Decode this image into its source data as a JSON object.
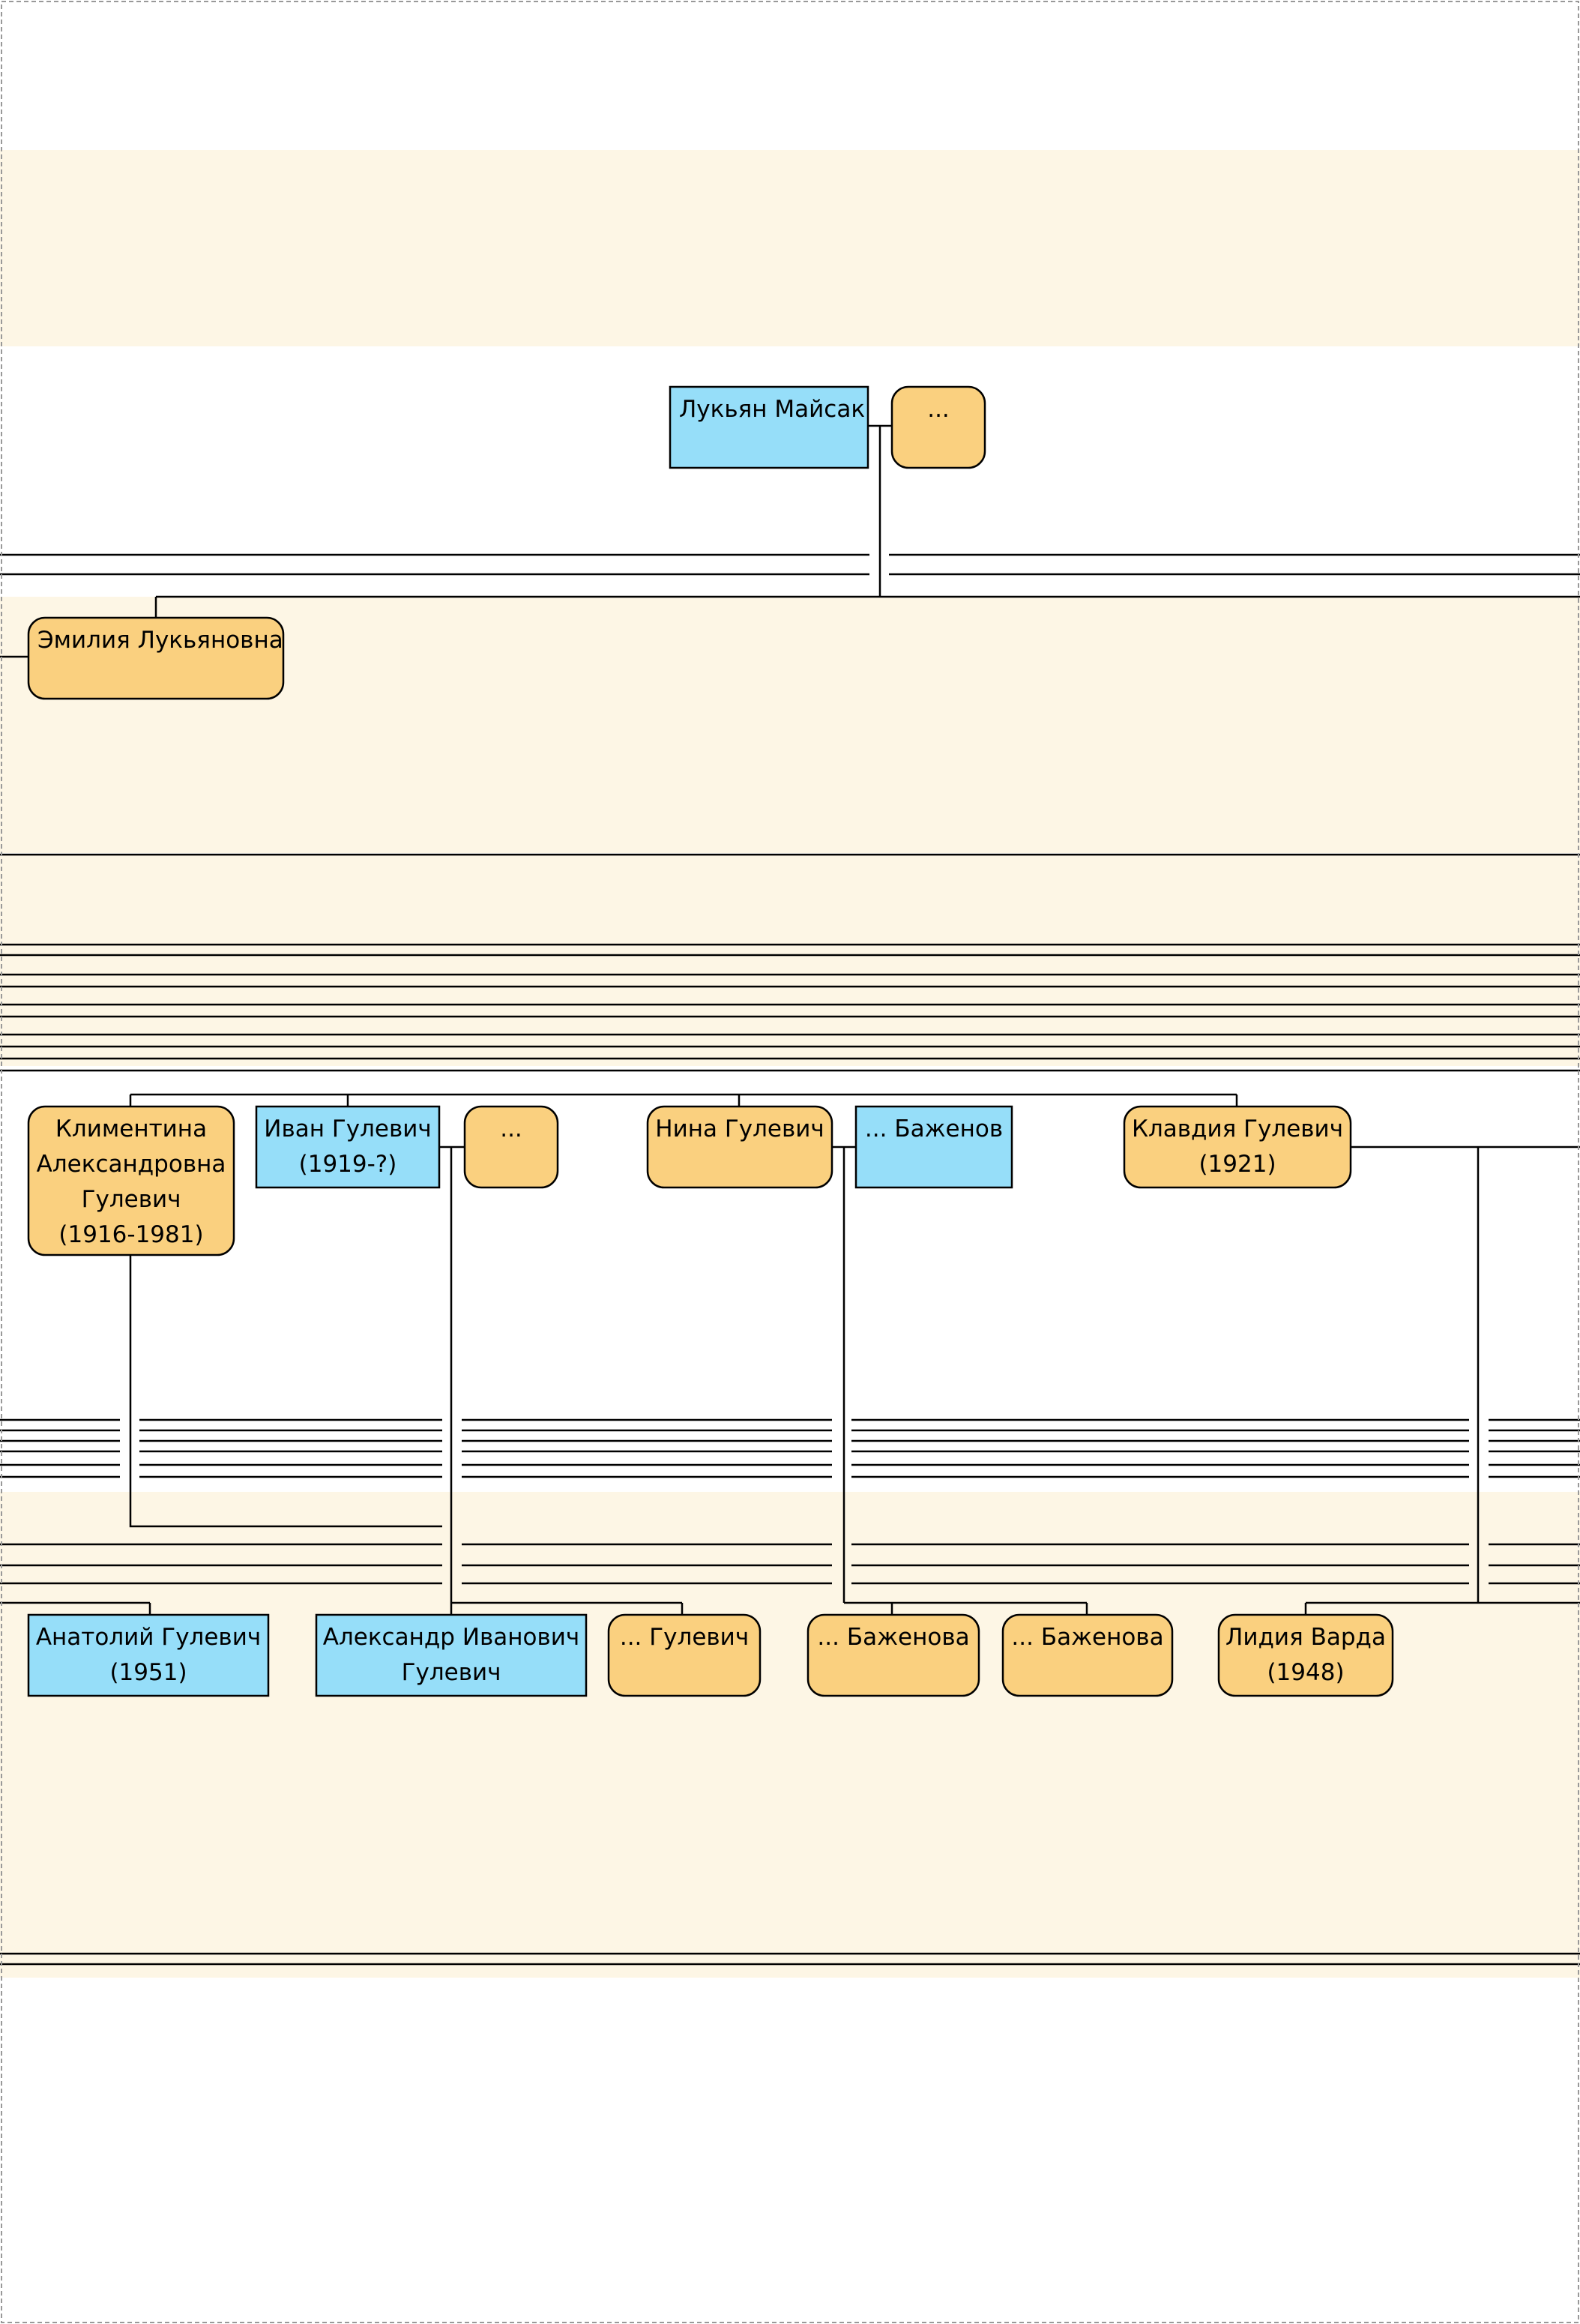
{
  "colors": {
    "male_fill": "#96DEF9",
    "female_fill": "#FAD07F",
    "band_fill": "#FDF6E5",
    "line": "#000000",
    "frame": "#999999"
  },
  "people": {
    "lukyan": {
      "lines": [
        "Лукьян Майсак"
      ],
      "sex": "male"
    },
    "lukyan_spouse": {
      "lines": [
        "..."
      ],
      "sex": "female"
    },
    "emilia": {
      "lines": [
        "Эмилия Лукьяновна"
      ],
      "sex": "female"
    },
    "klementina": {
      "lines": [
        "Климентина",
        "Александровна",
        "Гулевич",
        "(1916-1981)"
      ],
      "sex": "female"
    },
    "ivan": {
      "lines": [
        "Иван Гулевич",
        "(1919-?)"
      ],
      "sex": "male"
    },
    "ivan_spouse": {
      "lines": [
        "..."
      ],
      "sex": "female"
    },
    "nina": {
      "lines": [
        "Нина Гулевич"
      ],
      "sex": "female"
    },
    "bazhenov": {
      "lines": [
        "... Баженов"
      ],
      "sex": "male"
    },
    "klavdia": {
      "lines": [
        "Клавдия Гулевич",
        "(1921)"
      ],
      "sex": "female"
    },
    "anatoly": {
      "lines": [
        "Анатолий Гулевич",
        "(1951)"
      ],
      "sex": "male"
    },
    "alexander": {
      "lines": [
        "Александр Иванович",
        "Гулевич"
      ],
      "sex": "male"
    },
    "gulevich_f": {
      "lines": [
        "... Гулевич"
      ],
      "sex": "female"
    },
    "bazhenova1": {
      "lines": [
        "... Баженова"
      ],
      "sex": "female"
    },
    "bazhenova2": {
      "lines": [
        "... Баженова"
      ],
      "sex": "female"
    },
    "lidia": {
      "lines": [
        "Лидия Варда",
        "(1948)"
      ],
      "sex": "female"
    }
  }
}
